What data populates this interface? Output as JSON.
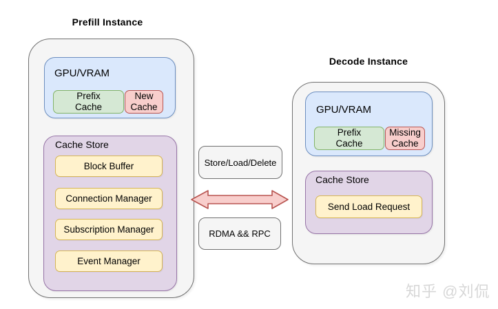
{
  "colors": {
    "container_fill": "#f5f5f5",
    "container_stroke": "#707070",
    "blue_fill": "#dae8fc",
    "blue_stroke": "#6c8ebf",
    "green_fill": "#d5e8d4",
    "green_stroke": "#82b366",
    "red_fill": "#f8cecc",
    "red_stroke": "#b85450",
    "purple_fill": "#e1d5e7",
    "purple_stroke": "#9673a6",
    "yellow_fill": "#fff2cc",
    "yellow_stroke": "#d6b656",
    "watermark": "#d7d7d7"
  },
  "prefill_instance": {
    "title": "Prefill Instance",
    "gpu_vram": {
      "label": "GPU/VRAM",
      "prefix_cache_label": "Prefix\nCache",
      "new_cache_label": "New\nCache"
    },
    "cache_store": {
      "label": "Cache Store",
      "modules": [
        "Block Buffer",
        "Connection Manager",
        "Subscription Manager",
        "Event Manager"
      ]
    }
  },
  "decode_instance": {
    "title": "Decode Instance",
    "gpu_vram": {
      "label": "GPU/VRAM",
      "prefix_cache_label": "Prefix\nCache",
      "missing_cache_label": "Missing\nCache"
    },
    "cache_store": {
      "label": "Cache Store",
      "modules": [
        "Send Load Request"
      ]
    }
  },
  "connection": {
    "operations_label": "Store/Load/Delete",
    "transport_label": "RDMA && RPC",
    "arrow": "bidirectional"
  },
  "watermark": {
    "text": "知乎 @刘侃"
  }
}
